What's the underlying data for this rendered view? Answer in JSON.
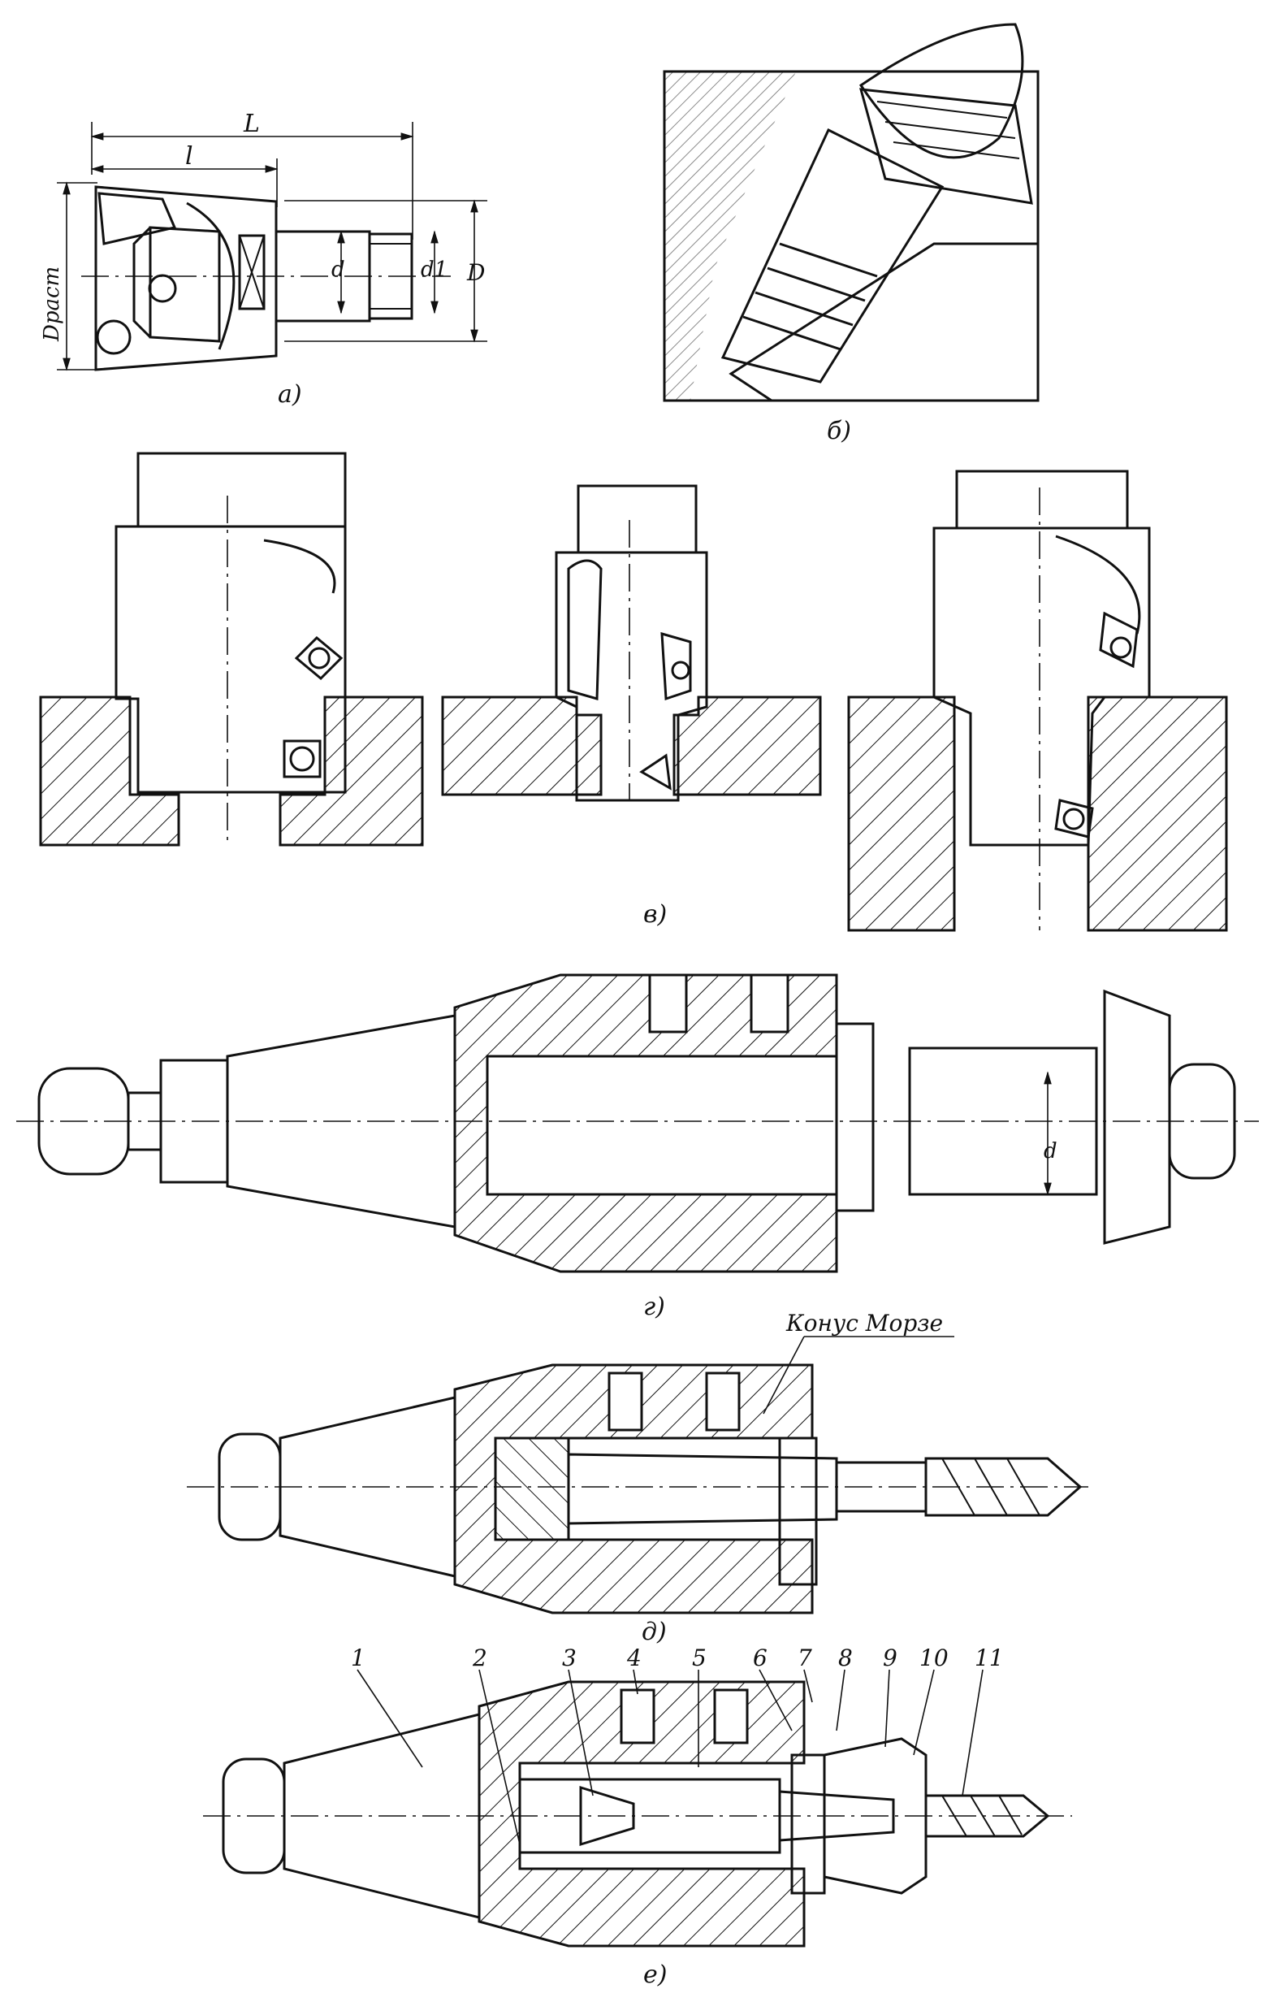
{
  "colors": {
    "ink": "#111111",
    "paper": "#ffffff"
  },
  "view_a": {
    "caption": "а)",
    "dim_L": "L",
    "dim_l": "l",
    "dim_d": "d",
    "dim_d1": "d1",
    "dim_D": "D",
    "dim_Drast": "Dраст"
  },
  "view_b": {
    "caption": "б)"
  },
  "view_v": {
    "caption": "в)"
  },
  "view_g": {
    "caption": "г)",
    "dim_d": "d"
  },
  "view_d": {
    "caption": "д)",
    "annotation": "Конус Морзе"
  },
  "view_e": {
    "caption": "е)",
    "callouts": [
      "1",
      "2",
      "3",
      "4",
      "5",
      "6",
      "7",
      "8",
      "9",
      "10",
      "11"
    ]
  }
}
